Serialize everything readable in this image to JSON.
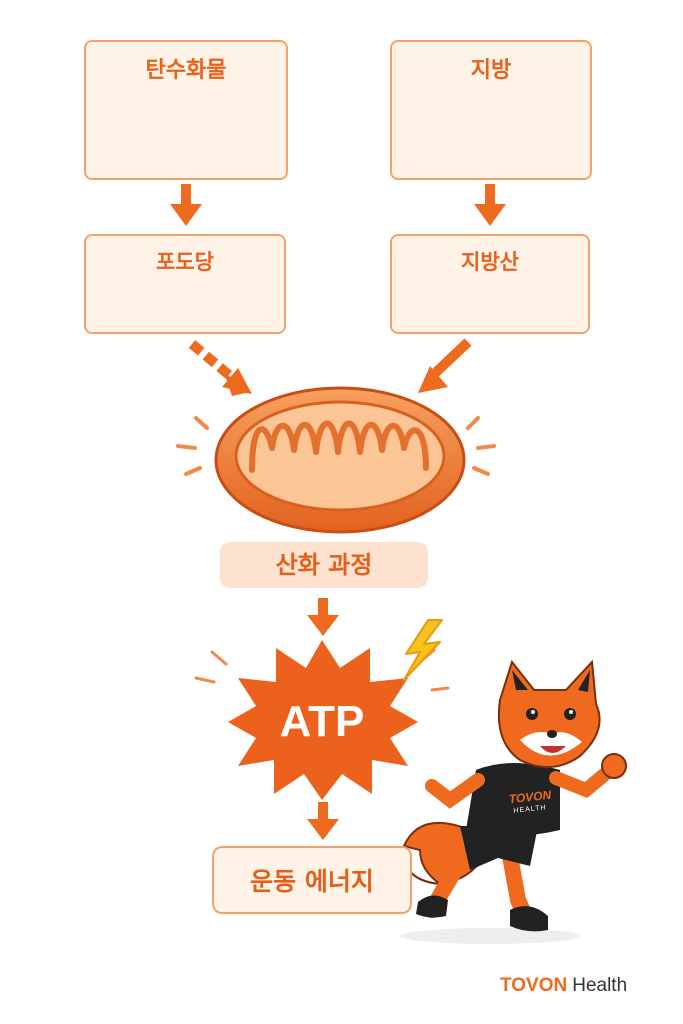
{
  "nodes": {
    "carbs": {
      "label": "탄수화물"
    },
    "fat": {
      "label": "지방"
    },
    "glucose": {
      "label": "포도당"
    },
    "fatty_acid": {
      "label": "지방산"
    },
    "oxidation": {
      "label": "산화 과정"
    },
    "atp": {
      "label": "ATP"
    },
    "energy": {
      "label": "운동 에너지"
    }
  },
  "mascot": {
    "shirt_line1": "TOVON",
    "shirt_line2": "HEALTH"
  },
  "brand": {
    "name": "TOVON",
    "suffix": "Health"
  },
  "colors": {
    "primary": "#ef6a1f",
    "box_bg": "#fff3e8",
    "box_border": "#f2a36a",
    "pill_bg": "#fde3cf"
  }
}
